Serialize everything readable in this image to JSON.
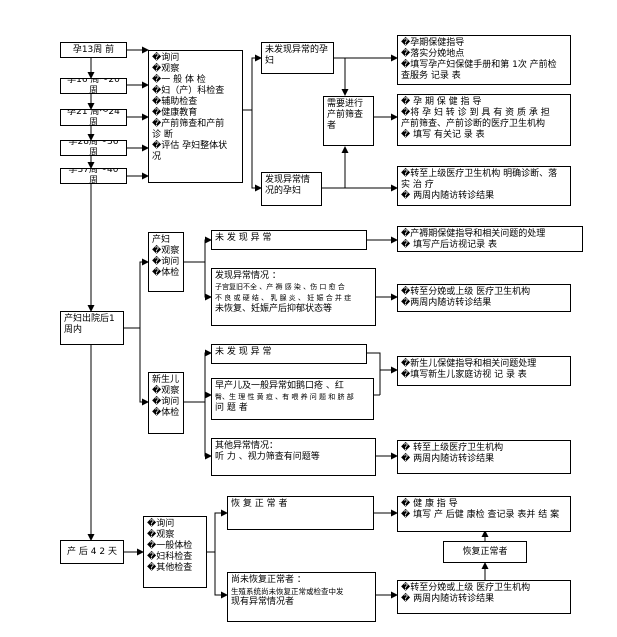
{
  "pregnancy": {
    "stages": [
      "孕13周 前",
      "孕16 周～20 周",
      "孕21 周～24 周",
      "孕28周～36 周",
      "孕37周～40 周"
    ],
    "services": [
      "�询问",
      "�观察",
      "�一 般 体 检",
      "�妇（产）科检查",
      "�辅助检查",
      "�健康教育",
      "�产前筛查和产前",
      "  诊 断",
      "�评估 孕妇整体状",
      "  况"
    ],
    "normal": "未发现异常的孕妇",
    "abnormal": "发现异常情况的孕妇",
    "normal_actions": [
      "�孕期保健指导",
      "�落实分娩地点",
      "�填写孕产妇保健手册和第 1次 产前检",
      "查服务 记录 表"
    ],
    "screening": "需要进行产前筛查者",
    "screening_actions": [
      "� 孕 期 保 健 指 导",
      "�将 孕 妇 转 诊 到 具 有 资 质 承 担",
      "产前筛查、产前诊断的医疗卫生机构",
      "� 填写 有关记 录  表"
    ],
    "abnormal_actions": [
      "�转至上级医疗卫生机构 明确诊断、落",
      "  实 治 疗",
      "� 两周内随访转诊结果"
    ]
  },
  "postpartum": {
    "label": "产妇出院后1周内",
    "mother_services": [
      "产妇",
      "�观察",
      "�询问",
      "�体检"
    ],
    "mother_normal": "未 发 现 异 常",
    "mother_normal_actions": [
      "�产褥期保健指导和相关问题的处理",
      "� 填写产后访视记录 表"
    ],
    "mother_abnormal": [
      "发现异常情况 ：",
      "子宫复旧不全 、产 褥 感 染 、伤 口 愈 合",
      "不 良 或 硬 结 、 乳 腺 炎 、 妊 娠 合 并 症",
      "未恢复、妊娠产后抑郁状态等"
    ],
    "mother_abnormal_actions": [
      "�转至分娩或上级 医疗卫生机构",
      "�两周内随访转诊结果"
    ],
    "baby_services": [
      "新生儿",
      "�观察",
      "�询问",
      "�体检"
    ],
    "baby_normal": "未 发 现 异 常",
    "baby_minor": [
      "早产儿及一般异常如鹅口疮 、红",
      "臀、生 理 性 黄 疸 、有 喂 养 问 题 和 脐 部",
      "问 题 者"
    ],
    "baby_normal_actions": [
      "�新生儿保健指导和相关问题处理",
      "�填写新生儿家庭访视 记 录 表"
    ],
    "baby_other": [
      "其他异常情况：",
      "听 力 、视力筛查有问题等"
    ],
    "baby_other_actions": [
      "� 转至上级医疗卫生机构",
      "� 两周内随访转诊结果"
    ]
  },
  "checkup42": {
    "label": "产 后 4 2 天",
    "services": [
      "�询问",
      "�观察",
      "�一般体检",
      "�妇科检查",
      "�其他检查"
    ],
    "recovered": "恢 复 正 常 者",
    "recovered_actions": [
      "� 健 康 指 导",
      "� 填写 产 后健 康检 查记录 表并 结 案"
    ],
    "recovered_loop": "恢复正常者",
    "not_recovered": [
      "尚未恢复正常者 ：",
      "生殖系统尚未恢复正常或检查中发",
      "现有异常情况者"
    ],
    "not_recovered_actions": [
      "�转至分娩或上级 医疗卫生机构",
      "� 两周内随访转诊结果"
    ]
  }
}
